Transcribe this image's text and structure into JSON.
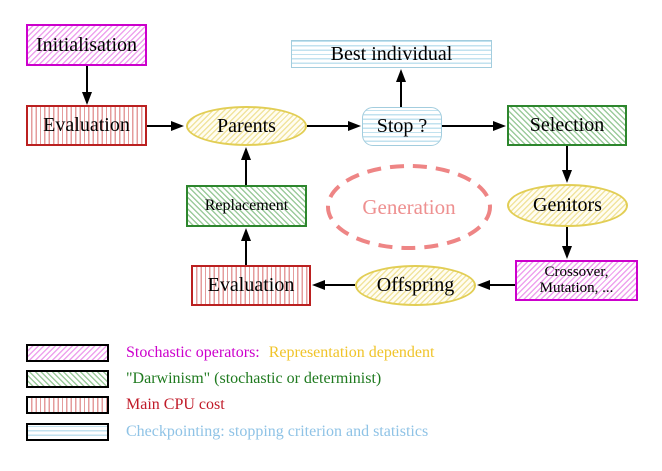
{
  "diagram": {
    "nodes": {
      "initialisation": {
        "label": "Initialisation"
      },
      "evaluation_top": {
        "label": "Evaluation"
      },
      "parents": {
        "label": "Parents"
      },
      "best_individual": {
        "label": "Best individual"
      },
      "stop": {
        "label": "Stop ?"
      },
      "selection": {
        "label": "Selection"
      },
      "replacement": {
        "label": "Replacement"
      },
      "generation": {
        "label": "Generation"
      },
      "genitors": {
        "label": "Genitors"
      },
      "crossover_mutation": {
        "line1": "Crossover,",
        "line2": "Mutation, ..."
      },
      "evaluation_bottom": {
        "label": "Evaluation"
      },
      "offspring": {
        "label": "Offspring"
      }
    },
    "legend": {
      "stochastic": {
        "label": "Stochastic operators:",
        "label2": "Representation dependent"
      },
      "darwinism": {
        "label": "\"Darwinism\" (stochastic or determinist)"
      },
      "cpu": {
        "label": "Main CPU cost"
      },
      "checkpointing": {
        "label": "Checkpointing: stopping criterion and statistics"
      }
    },
    "colors": {
      "magenta": "#cc00cc",
      "green": "#2d862d",
      "crimson": "#bb2020",
      "cyan_border": "#a3cdde",
      "yellow_border": "#e2ce55",
      "salmon_dash": "#ee8585",
      "legend_gold_text": "#f0c42a",
      "legend_green_text": "#1f7a1f",
      "legend_red_text": "#c01a28",
      "legend_cyan_text": "#8fc3e6",
      "arrow": "#000000"
    }
  }
}
